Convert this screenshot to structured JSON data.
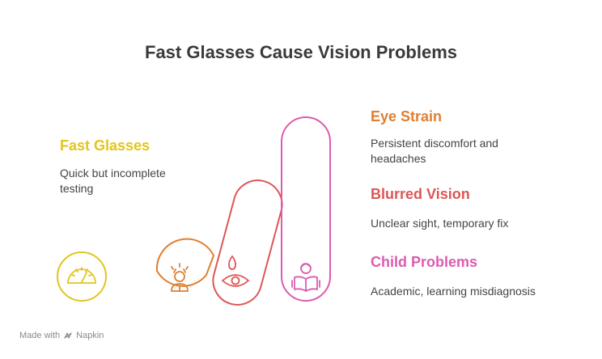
{
  "title": "Fast Glasses Cause Vision Problems",
  "items": [
    {
      "heading": "Fast Glasses",
      "description": "Quick but incomplete testing",
      "color": "#e2c51d",
      "icon": "speedometer-icon"
    },
    {
      "heading": "Eye Strain",
      "description": "Persistent discomfort and headaches",
      "color": "#e07f30",
      "icon": "stressed-person-icon"
    },
    {
      "heading": "Blurred Vision",
      "description": "Unclear sight, temporary fix",
      "color": "#df5555",
      "icon": "eye-drop-icon"
    },
    {
      "heading": "Child Problems",
      "description": "Academic, learning misdiagnosis",
      "color": "#dd5bb0",
      "icon": "child-reading-icon"
    }
  ],
  "footer": {
    "made_with": "Made with",
    "brand": "Napkin"
  }
}
